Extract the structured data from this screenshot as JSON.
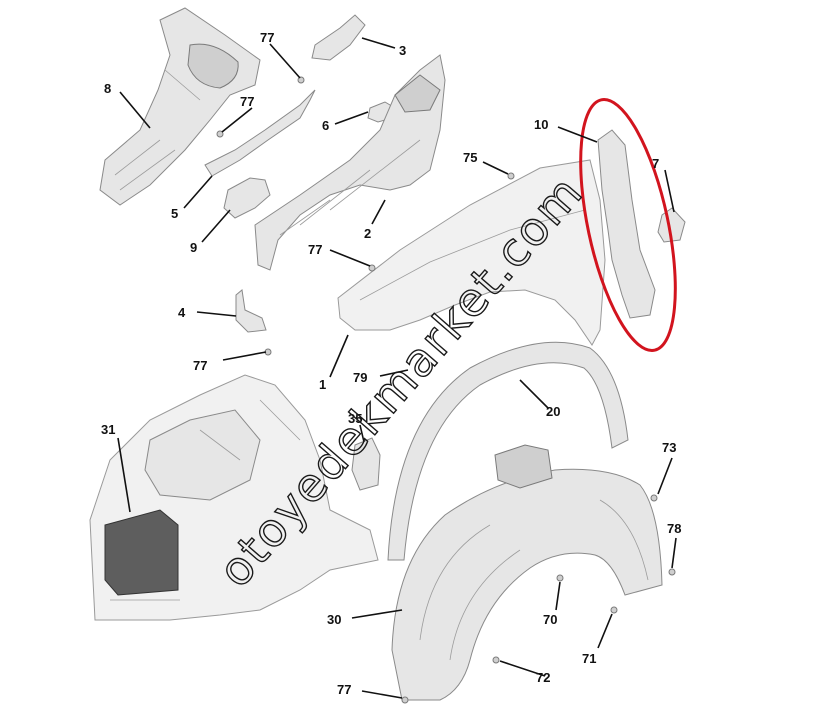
{
  "watermark": "otoyedekmarket.com",
  "highlight_color": "#d2141e",
  "callouts": [
    "1",
    "2",
    "3",
    "4",
    "5",
    "6",
    "7",
    "8",
    "9",
    "10",
    "20",
    "30",
    "31",
    "35",
    "70",
    "71",
    "72",
    "73",
    "75",
    "77",
    "78",
    "79"
  ]
}
